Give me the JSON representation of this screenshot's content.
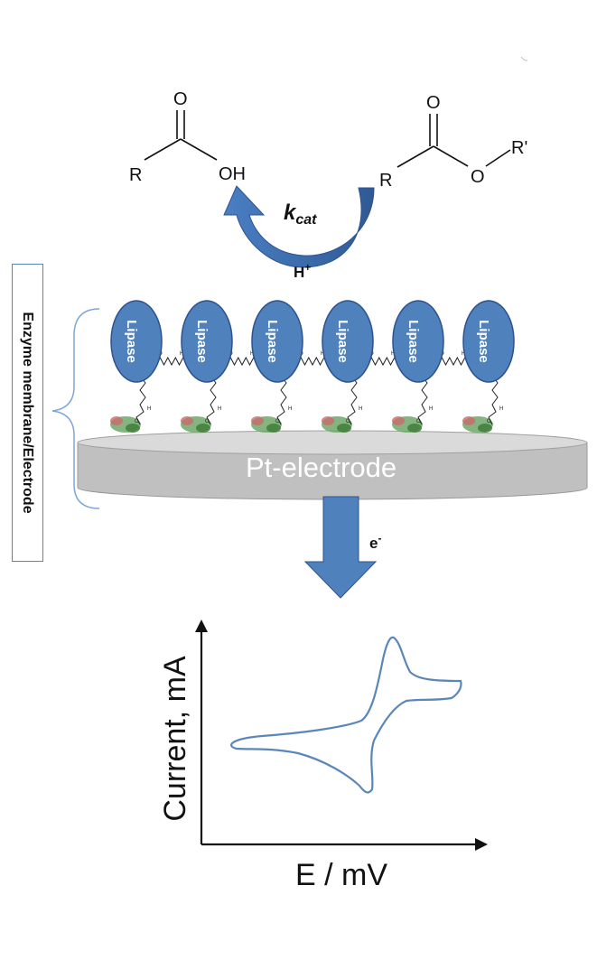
{
  "reaction": {
    "reactant_R": "R",
    "reactant_O": "O",
    "reactant_O2": "O",
    "reactant_R_prime": "R'",
    "product_R": "R",
    "product_O": "O",
    "product_OH": "OH",
    "rate_constant": "k",
    "rate_constant_sub": "cat",
    "proton": "H",
    "proton_charge": "+"
  },
  "membrane": {
    "side_label": "Enzyme membrane/Electrode",
    "enzyme_label": "Lipase",
    "enzyme_count": 6,
    "electrode_label": "Pt-electrode"
  },
  "electron": {
    "symbol": "e",
    "charge": "-"
  },
  "chart_data": {
    "type": "line",
    "title": "",
    "xlabel": "E / mV",
    "ylabel": "Current, mA",
    "series": [
      {
        "shape": "cyclic voltammogram"
      }
    ]
  },
  "colors": {
    "enzyme_fill": "#4f81bd",
    "enzyme_stroke": "#2e528f",
    "arrow_fill": "#4f81bd",
    "electrode_fill": "#bfbfbf",
    "bracket": "#7ea6d6",
    "curve": "#5b86b8"
  }
}
